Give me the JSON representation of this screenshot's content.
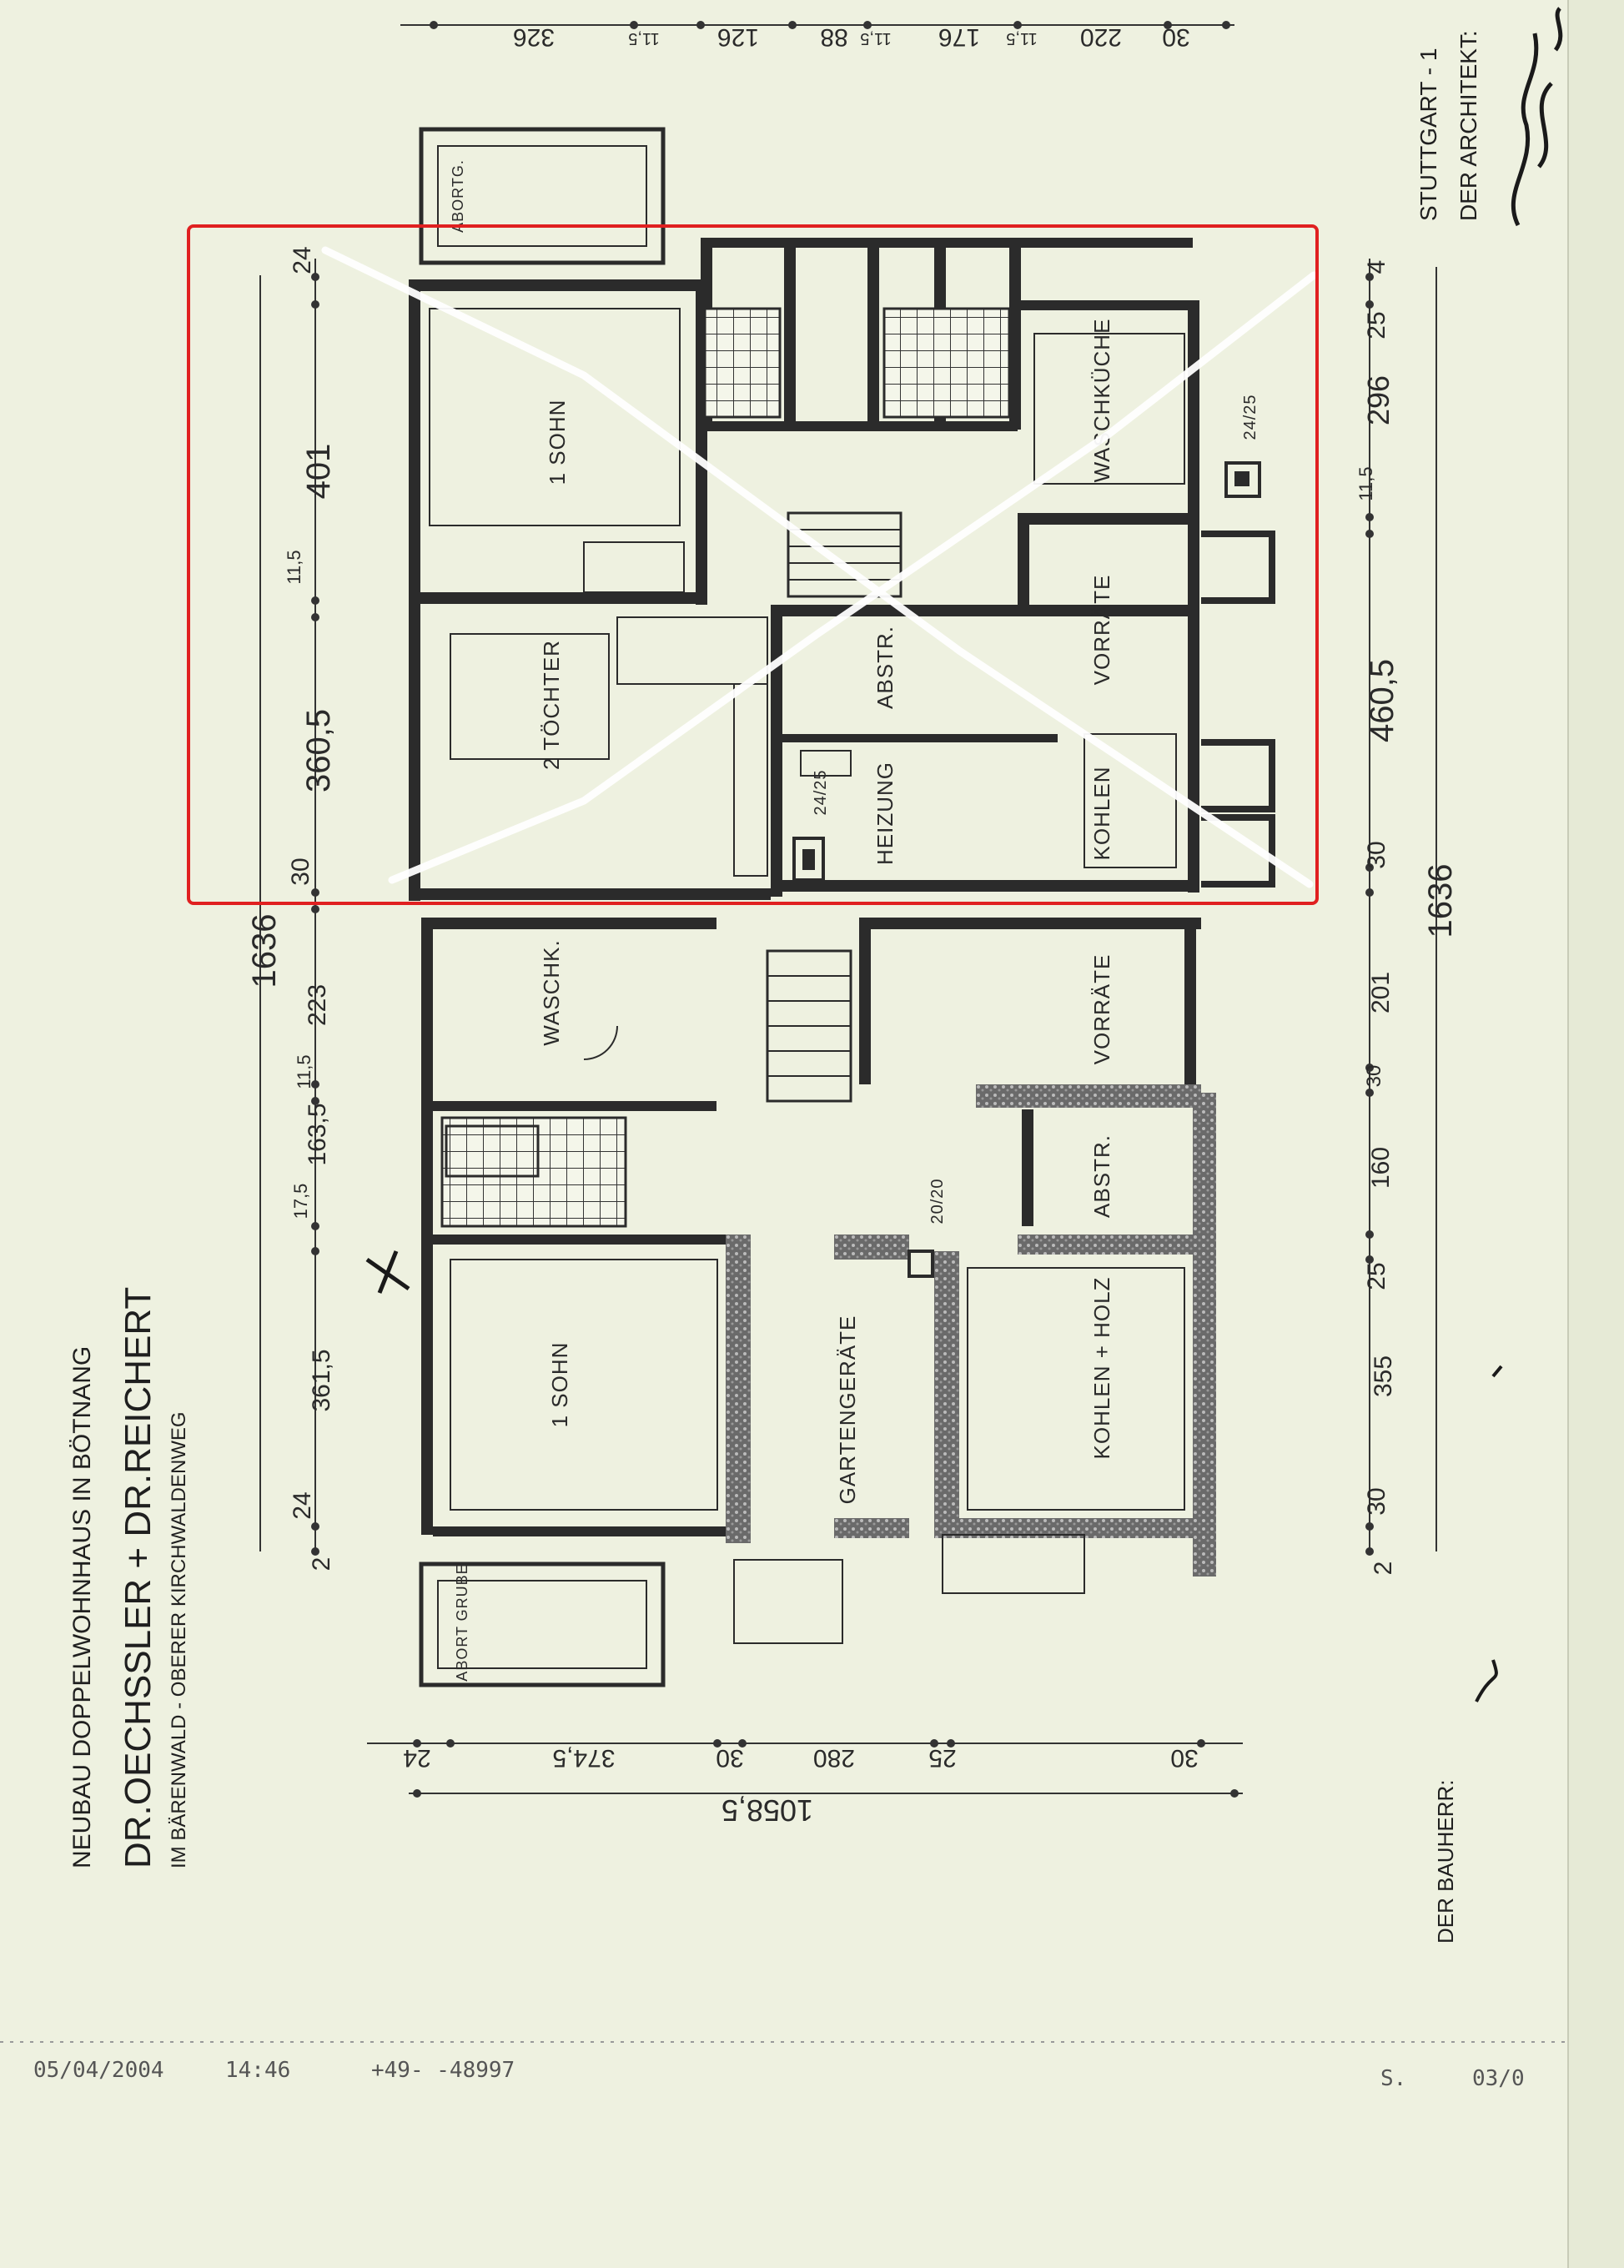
{
  "title_block": {
    "line1": "NEUBAU DOPPELWOHNHAUS IN BÖTNANG",
    "line2": "DR.OECHSSLER + DR.REICHERT",
    "line3": "IM BÄRENWALD - OBERER KIRCHWALDENWEG"
  },
  "architect_block": {
    "line1": "STUTTGART - 1",
    "line2": "DER ARCHITEKT:"
  },
  "owner_label": "DER BAUHERR:",
  "rooms_upper": {
    "sohn": "1 SOHN",
    "toechter": "2 TÖCHTER",
    "waschkueche": "WASCHKÜCHE",
    "abstr": "ABSTR.",
    "heizung": "HEIZUNG",
    "vorraete": "VORRÄTE",
    "kohlen": "KOHLEN",
    "chimney_a": "24/25",
    "chimney_b": "24/25"
  },
  "rooms_lower": {
    "waschk": "WASCHK.",
    "vorraete": "VORRÄTE",
    "abstr": "ABSTR.",
    "sohn": "1 SOHN",
    "gartengeraete": "GARTENGERÄTE",
    "kohlen_holz": "KOHLEN + HOLZ",
    "chimney": "20/20",
    "abortgrube": "ABORT GRUBE",
    "abortg": "ABORTG."
  },
  "dims_left": [
    "24",
    "401",
    "11,5",
    "360,5",
    "30",
    "1636",
    "223",
    "11,5",
    "163,5",
    "17,5",
    "361,5",
    "24",
    "2"
  ],
  "dims_right": [
    "4",
    "25",
    "296",
    "11,5",
    "460,5",
    "30",
    "1636",
    "201",
    "30",
    "160",
    "25",
    "355",
    "30",
    "2"
  ],
  "dims_top": [
    "326",
    "11,5",
    "126",
    "88",
    "11,5",
    "176",
    "11,5",
    "220",
    "30"
  ],
  "dims_bottom": [
    "24",
    "374,5",
    "30",
    "280",
    "25",
    "30",
    "1058,5"
  ],
  "fax_footer": {
    "date": "05/04/2004",
    "time": "14:46",
    "number": "+49-  -48997",
    "page": "S.",
    "page_num": "03/0"
  },
  "colors": {
    "paper": "#eef1e0",
    "ink": "#2b2b2b",
    "highlight": "#e02020",
    "erase": "#ffffff"
  }
}
